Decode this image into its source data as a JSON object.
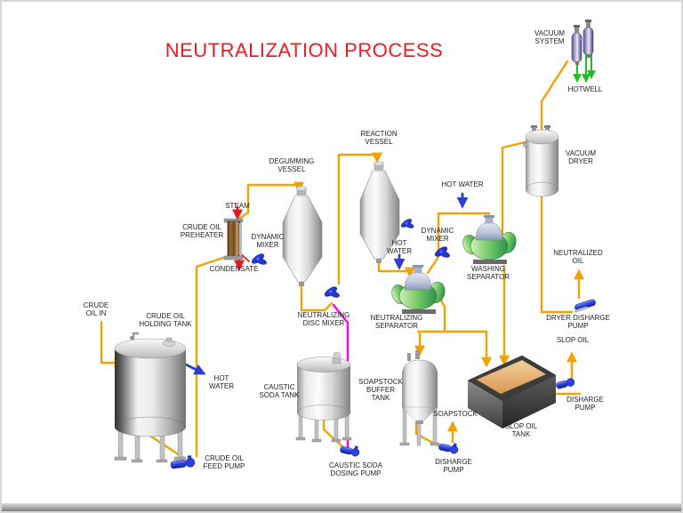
{
  "title": "NEUTRALIZATION PROCESS",
  "colors": {
    "title_red": "#ed1c24",
    "process_pipe_yellow": "#f2a203",
    "caustic_line_magenta": "#ff00e4",
    "steam_line_red": "#e31b23",
    "vapor_line_green": "#23bb23",
    "hot_water_arrow_blue": "#2b3bd6",
    "separator_green": "#57b45a",
    "vessel_gray": "#d8d8d8",
    "preheater_brown": "#a87840",
    "vacuum_system_purple": "#a79ecd",
    "label_text": "#1f1f1f"
  },
  "equipment_labels": {
    "crude_oil_holding_tank": "CRUDE OIL\nHOLDING TANK",
    "crude_oil_feed_pump": "CRUDE OIL\nFEED PUMP",
    "crude_oil_preheater": "CRUDE OIL\nPREHEATER",
    "degumming_vessel": "DEGUMMING\nVESSEL",
    "dynamic_mixer_1": "DYNAMIC\nMIXER",
    "reaction_vessel": "REACTION\nVESSEL",
    "dynamic_mixer_2": "DYNAMIC\nMIXER",
    "neutralizing_disc_mixer": "NEUTRALIZING\nDISC MIXER",
    "neutralizing_separator": "NEUTRALIZING\nSEPARATOR",
    "washing_separator": "WASHING\nSEPARATOR",
    "vacuum_dryer": "VACUUM\nDRYER",
    "vacuum_system": "VACUUM\nSYSTEM",
    "caustic_soda_tank": "CAUSTIC\nSODA TANK",
    "caustic_soda_dosing_pump": "CAUSTIC SODA\nDOSING PUMP",
    "soapstock_buffer_tank": "SOAPSTOCK\nBUFFER\nTANK",
    "soapstock_disharge_pump": "DISHARGE\nPUMP",
    "slop_oil_tank": "SLOP OIL\nTANK",
    "slop_oil_disharge_pump": "DISHARGE\nPUMP",
    "dryer_disharge_pump": "DRYER DISHARGE\nPUMP"
  },
  "stream_labels": {
    "crude_oil_in": "CRUDE\nOIL IN",
    "steam": "STEAM",
    "condensate": "CONDENSATE",
    "hot_water_1": "HOT\nWATER",
    "hot_water_2": "HOT\nWATER",
    "hot_water_3": "HOT WATER",
    "soapstock": "SOAPSTOCK",
    "slop_oil": "SLOP OIL",
    "neutralized_oil": "NEUTRALIZED\nOIL",
    "hotwell": "HOTWELL"
  }
}
